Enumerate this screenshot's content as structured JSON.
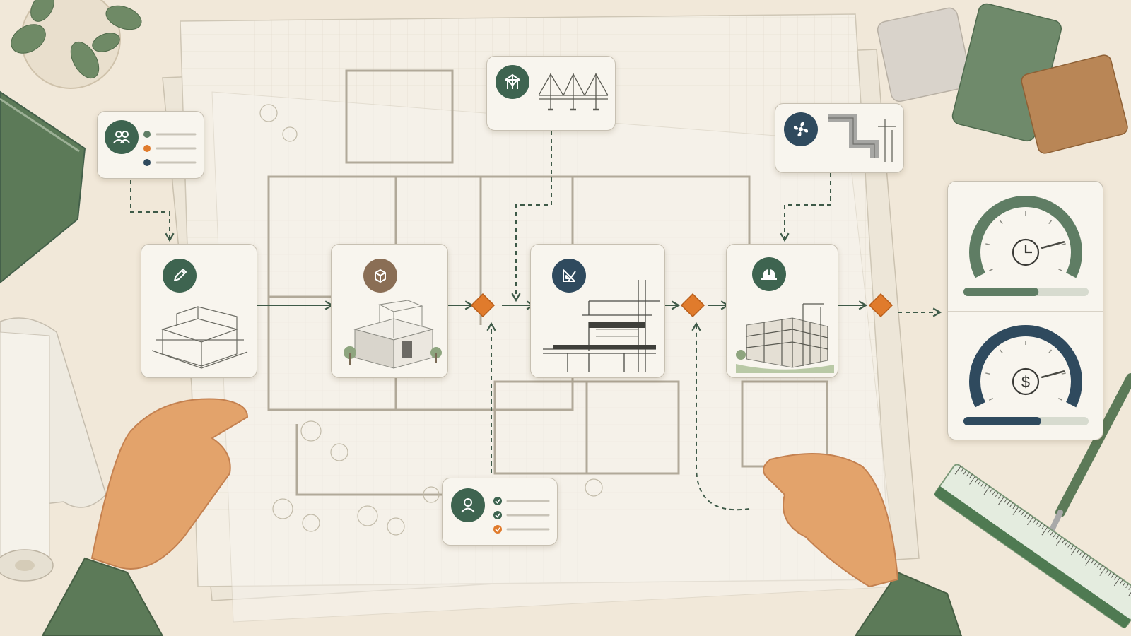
{
  "colors": {
    "desk": "#f1e8d9",
    "paper": "#f6f1e7",
    "card": "#f8f5ee",
    "green_dark": "#3e6450",
    "green_mid": "#5f7d64",
    "navy": "#2f4a5e",
    "brown": "#8a6e55",
    "orange": "#e07b2c",
    "line": "#5a5a52",
    "skin": "#e3a36b",
    "sleeve": "#5c7a58"
  },
  "diagram": {
    "stages": [
      {
        "id": "concept-sketch",
        "icon": "pencil-icon",
        "badge_color": "#3e6450"
      },
      {
        "id": "3d-massing-model",
        "icon": "cube-icon",
        "badge_color": "#8a6e55"
      },
      {
        "id": "structural-drawings",
        "icon": "drafting-triangle-icon",
        "badge_color": "#2f4a5e"
      },
      {
        "id": "construction",
        "icon": "hard-hat-icon",
        "badge_color": "#3e6450"
      }
    ],
    "inputs": [
      {
        "id": "stakeholder-list",
        "icon": "team-icon",
        "targets": "concept-sketch",
        "bullet_colors": [
          "#5f7d64",
          "#e07b2c",
          "#2f4a5e"
        ]
      },
      {
        "id": "structural-input",
        "icon": "truss-icon",
        "targets": "structural-drawings"
      },
      {
        "id": "mep-input",
        "icon": "fan-icon",
        "targets": "construction"
      },
      {
        "id": "client-approval",
        "icon": "user-icon",
        "targets": "gate-1",
        "checks": [
          "done",
          "done",
          "pending"
        ]
      }
    ],
    "gates": [
      "gate-1",
      "gate-2",
      "gate-3"
    ],
    "dashboard": {
      "gauges": [
        {
          "id": "schedule",
          "icon": "clock-icon",
          "color": "#5f7d64",
          "level": 0.6
        },
        {
          "id": "budget",
          "icon": "dollar-icon",
          "color": "#2f4a5e",
          "level": 0.62
        }
      ]
    },
    "dollar_symbol": "$"
  }
}
